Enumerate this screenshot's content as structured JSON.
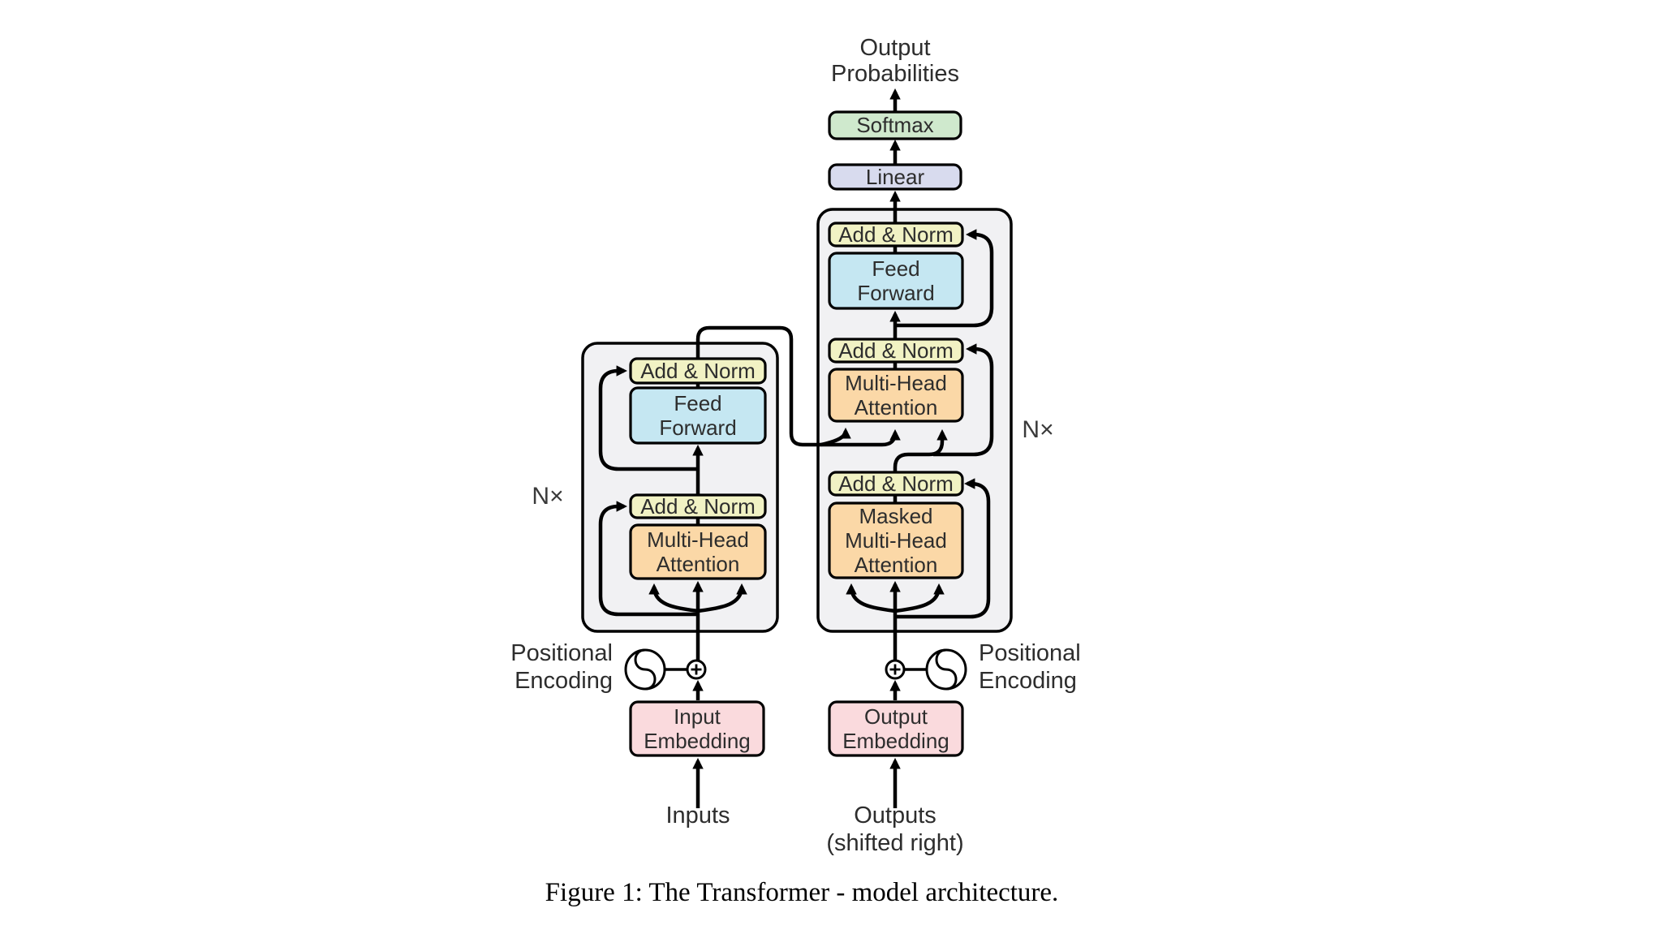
{
  "diagram": {
    "output_probabilities": [
      "Output",
      "Probabilities"
    ],
    "softmax": "Softmax",
    "linear": "Linear",
    "add_norm": "Add & Norm",
    "feed_forward": [
      "Feed",
      "Forward"
    ],
    "multi_head_attention": [
      "Multi-Head",
      "Attention"
    ],
    "masked_multi_head_attention": [
      "Masked",
      "Multi-Head",
      "Attention"
    ],
    "input_embedding": [
      "Input",
      "Embedding"
    ],
    "output_embedding": [
      "Output",
      "Embedding"
    ],
    "inputs_label": "Inputs",
    "outputs_label": "Outputs",
    "outputs_note": "(shifted right)",
    "positional_encoding": [
      "Positional",
      "Encoding"
    ],
    "n_stack": "N×"
  },
  "caption": "Figure 1: The Transformer - model architecture.",
  "colors": {
    "stack_fill": "#f1f1f3",
    "softmax_fill": "#cfe9cd",
    "linear_fill": "#d8dbee",
    "add_norm_fill": "#f1f2c4",
    "feed_forward_fill": "#c5e7f2",
    "attention_fill": "#fbd8a7",
    "embedding_fill": "#fadadd"
  }
}
